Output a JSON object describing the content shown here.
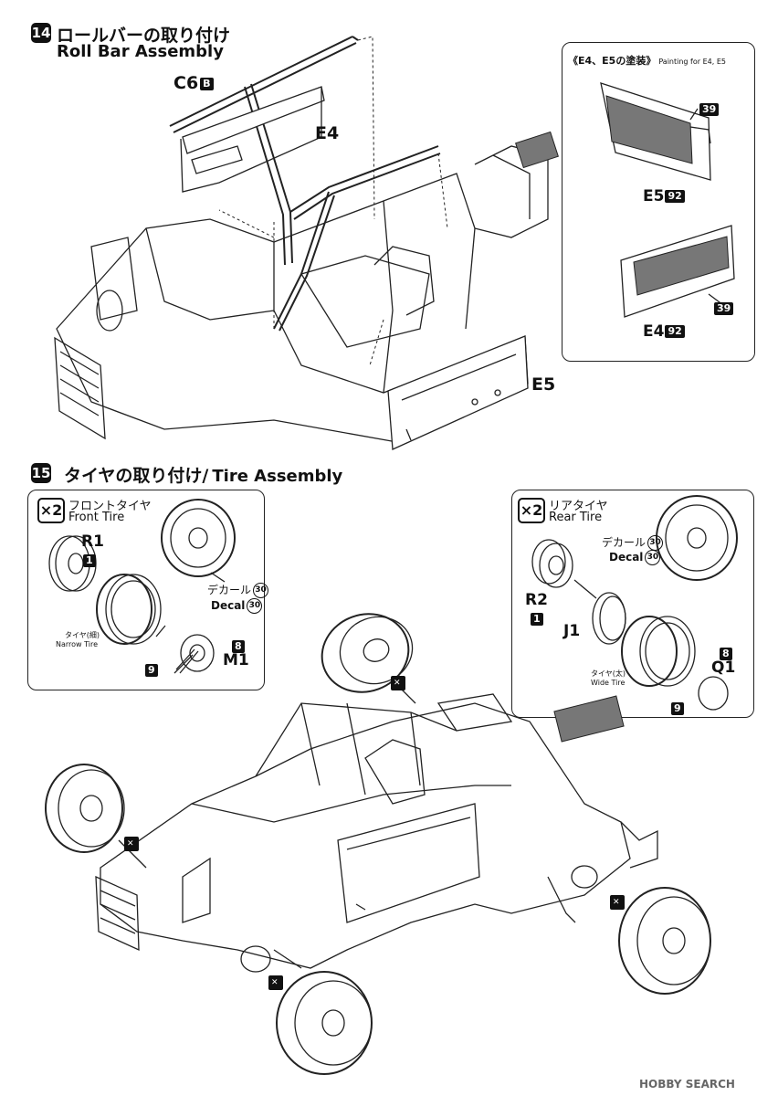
{
  "steps": [
    {
      "number": "14",
      "title_ja": "ロールバーの取り付け",
      "title_en": "Roll Bar Assembly"
    },
    {
      "number": "15",
      "title_ja": "タイヤの取り付け/",
      "title_en": "Tire Assembly"
    }
  ],
  "step14": {
    "parts": {
      "c6": "C6",
      "c6_tag": "B",
      "e4": "E4",
      "e5": "E5"
    },
    "painting_panel": {
      "title_ja": "《E4、E5の塗装》",
      "title_en": "Painting for E4, E5",
      "e5_label": "E5",
      "e5_color": "92",
      "e4_label": "E4",
      "e4_color": "92",
      "inner_color_e5": "39",
      "inner_color_e4": "39"
    }
  },
  "step15": {
    "front": {
      "count": "×2",
      "title_ja": "フロントタイヤ",
      "title_en": "Front Tire",
      "wheel_part": "R1",
      "wheel_tag": "1",
      "decal_ja": "デカール",
      "decal_en": "Decal",
      "decal_no": "30",
      "tire_ja": "タイヤ(細)",
      "tire_en": "Narrow Tire",
      "hub_part": "M1",
      "hub_tag": "8",
      "hub_tag2": "9"
    },
    "rear": {
      "count": "×2",
      "title_ja": "リアタイヤ",
      "title_en": "Rear Tire",
      "wheel_part": "R2",
      "wheel_tag": "1",
      "decal_ja": "デカール",
      "decal_en": "Decal",
      "decal_no": "30",
      "ring_part": "J1",
      "tire_ja": "タイヤ(太)",
      "tire_en": "Wide Tire",
      "hub_part": "Q1",
      "hub_tag": "8",
      "hub_tag2": "9"
    }
  },
  "watermark": "HOBBY SEARCH",
  "colors": {
    "ink": "#111111",
    "paper": "#ffffff"
  }
}
